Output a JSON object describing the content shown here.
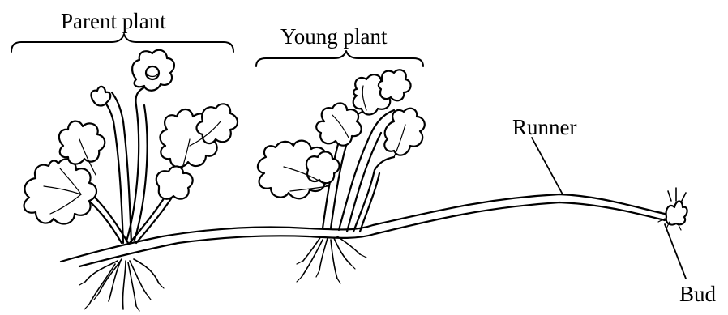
{
  "labels": {
    "parent_plant": "Parent plant",
    "young_plant": "Young plant",
    "runner": "Runner",
    "bud": "Bud"
  },
  "colors": {
    "ink": "#000000",
    "background": "#ffffff"
  }
}
